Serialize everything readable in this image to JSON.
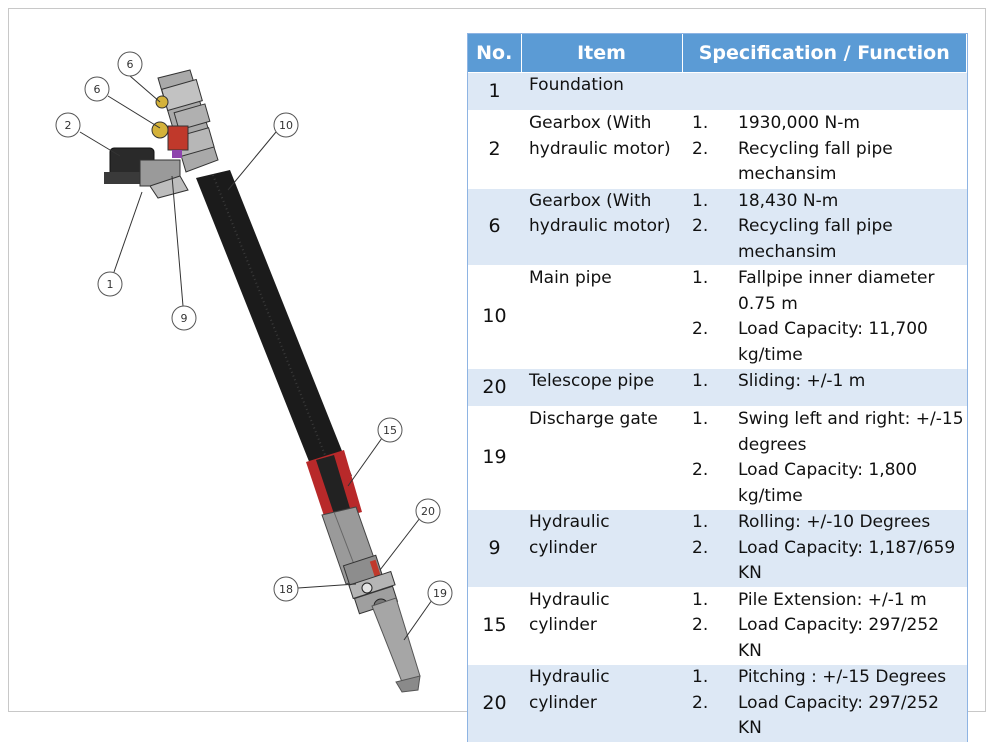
{
  "table": {
    "headers": {
      "no": "No.",
      "item": "Item",
      "spec": "Specification / Function"
    },
    "rows": [
      {
        "no": "1",
        "item": "Foundation",
        "specs": []
      },
      {
        "no": "2",
        "item": "Gearbox (With hydraulic motor)",
        "specs": [
          "1930,000 N-m",
          "Recycling fall pipe mechansim"
        ]
      },
      {
        "no": "6",
        "item": "Gearbox (With hydraulic motor)",
        "specs": [
          "18,430 N-m",
          "Recycling fall pipe mechansim"
        ]
      },
      {
        "no": "10",
        "item": "Main pipe",
        "specs": [
          "Fallpipe inner diameter 0.75 m",
          "Load Capacity: 11,700 kg/time"
        ]
      },
      {
        "no": "20",
        "item": "Telescope pipe",
        "specs": [
          "Sliding: +/-1 m"
        ]
      },
      {
        "no": "19",
        "item": "Discharge gate",
        "specs": [
          "Swing left and right: +/-15 degrees",
          "Load Capacity: 1,800 kg/time"
        ]
      },
      {
        "no": "9",
        "item": "Hydraulic cylinder",
        "specs": [
          "Rolling: +/-10 Degrees",
          "Load Capacity: 1,187/659 KN"
        ]
      },
      {
        "no": "15",
        "item": "Hydraulic cylinder",
        "specs": [
          "Pile Extension: +/-1 m",
          "Load Capacity: 297/252 KN"
        ]
      },
      {
        "no": "20",
        "item": "Hydraulic cylinder",
        "specs": [
          "Pitching : +/-15 Degrees",
          "Load Capacity: 297/252 KN"
        ]
      }
    ]
  },
  "callouts": [
    "6",
    "6",
    "2",
    "10",
    "1",
    "9",
    "15",
    "20",
    "18",
    "19"
  ],
  "colors": {
    "header_bg": "#5b9bd5",
    "row_alt_bg": "#dde8f5",
    "pipe": "#1a1a1a",
    "cylinder": "#c0392b",
    "metal": "#a9a9a9"
  }
}
